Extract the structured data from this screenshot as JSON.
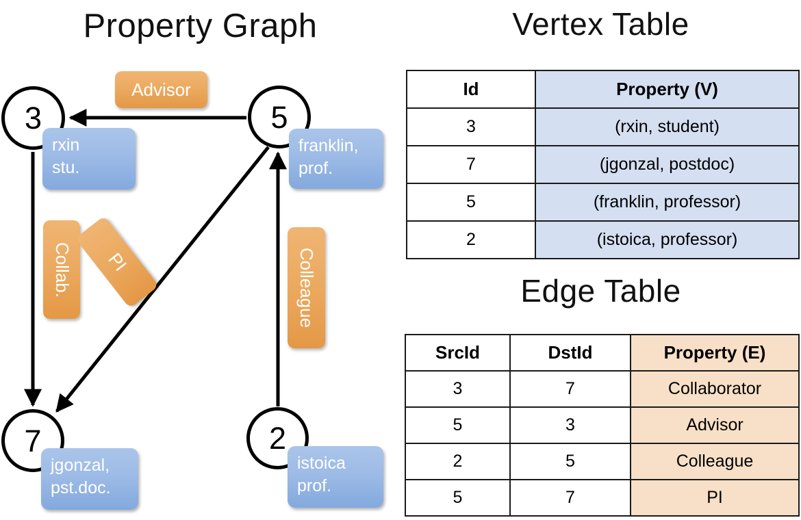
{
  "titles": {
    "property_graph": "Property Graph",
    "vertex_table": "Vertex Table",
    "edge_table": "Edge Table"
  },
  "graph": {
    "nodes": [
      {
        "id": "3",
        "property": "rxin\nstu."
      },
      {
        "id": "5",
        "property": "franklin,\nprof."
      },
      {
        "id": "7",
        "property": "jgonzal,\npst.doc."
      },
      {
        "id": "2",
        "property": "istoica\nprof."
      }
    ],
    "node_labels": {
      "n3": "3",
      "n5": "5",
      "n7": "7",
      "n2": "2"
    },
    "vertex_boxes": {
      "rxin_line1": "rxin",
      "rxin_line2": "stu.",
      "franklin_line1": "franklin,",
      "franklin_line2": "prof.",
      "jgonzal_line1": "jgonzal,",
      "jgonzal_line2": "pst.doc.",
      "istoica_line1": "istoica",
      "istoica_line2": "prof."
    },
    "edge_labels": {
      "advisor": "Advisor",
      "collab": "Collab.",
      "pi": "PI",
      "colleague": "Colleague"
    },
    "edges": [
      {
        "from": "5",
        "to": "3",
        "label": "Advisor"
      },
      {
        "from": "3",
        "to": "7",
        "label": "Collab."
      },
      {
        "from": "5",
        "to": "7",
        "label": "PI"
      },
      {
        "from": "2",
        "to": "5",
        "label": "Colleague"
      }
    ]
  },
  "vertex_table": {
    "headers": [
      "Id",
      "Property (V)"
    ],
    "rows": [
      {
        "id": "3",
        "property": "(rxin, student)"
      },
      {
        "id": "7",
        "property": "(jgonzal, postdoc)"
      },
      {
        "id": "5",
        "property": "(franklin, professor)"
      },
      {
        "id": "2",
        "property": "(istoica, professor)"
      }
    ]
  },
  "edge_table": {
    "headers": [
      "SrcId",
      "DstId",
      "Property (E)"
    ],
    "rows": [
      {
        "src": "3",
        "dst": "7",
        "property": "Collaborator"
      },
      {
        "src": "5",
        "dst": "3",
        "property": "Advisor"
      },
      {
        "src": "2",
        "dst": "5",
        "property": "Colleague"
      },
      {
        "src": "5",
        "dst": "7",
        "property": "PI"
      }
    ]
  },
  "colors": {
    "vertex_property_fill": "#d4dff1",
    "edge_property_fill": "#f7e0c7",
    "vertex_box_blue": "#9dbbe6",
    "edge_box_orange": "#eba95f",
    "stroke": "#000000",
    "background": "#ffffff"
  }
}
